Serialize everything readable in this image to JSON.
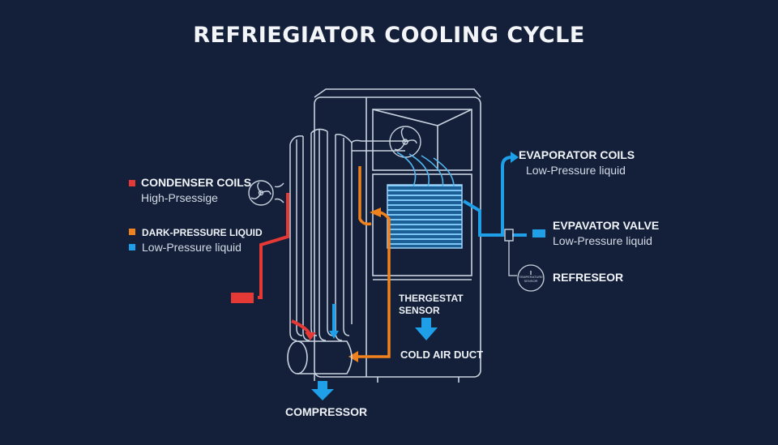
{
  "title": "REFRIEGIATOR COOLING CYCLE",
  "colors": {
    "background": "#14203a",
    "outline": "#c9d3e0",
    "high_pressure": "#e53935",
    "medium_pressure": "#f0821e",
    "low_pressure": "#1e9fe8"
  },
  "labels": {
    "condenser_coils": {
      "title": "CONDENSER COILS",
      "subtitle": "High-Prsessige"
    },
    "legend": [
      {
        "text": "DARK-PRESSURE LIQUID",
        "color": "#f0821e"
      },
      {
        "text": "Low-Pressure liquid",
        "color": "#1e9fe8"
      }
    ],
    "evaporator_coils": {
      "title": "EVAPORATOR COILS",
      "subtitle": "Low-Pressure liquid"
    },
    "evaporator_valve": {
      "title": "EVPAVATOR VALVE",
      "subtitle": "Low-Pressure liquid"
    },
    "refresor": {
      "title": "REFRESEOR",
      "badge_line1": "TEMPERATURE",
      "badge_line2": "SENSOR"
    },
    "thermostat": {
      "line1": "THERGESTAT",
      "line2": "SENSOR"
    },
    "cold_air_duct": "COLD AIR DUCT",
    "compressor": "COMPRESSOR"
  },
  "icons": [
    "fan-icon",
    "arrow-down-icon",
    "temperature-sensor-icon"
  ]
}
